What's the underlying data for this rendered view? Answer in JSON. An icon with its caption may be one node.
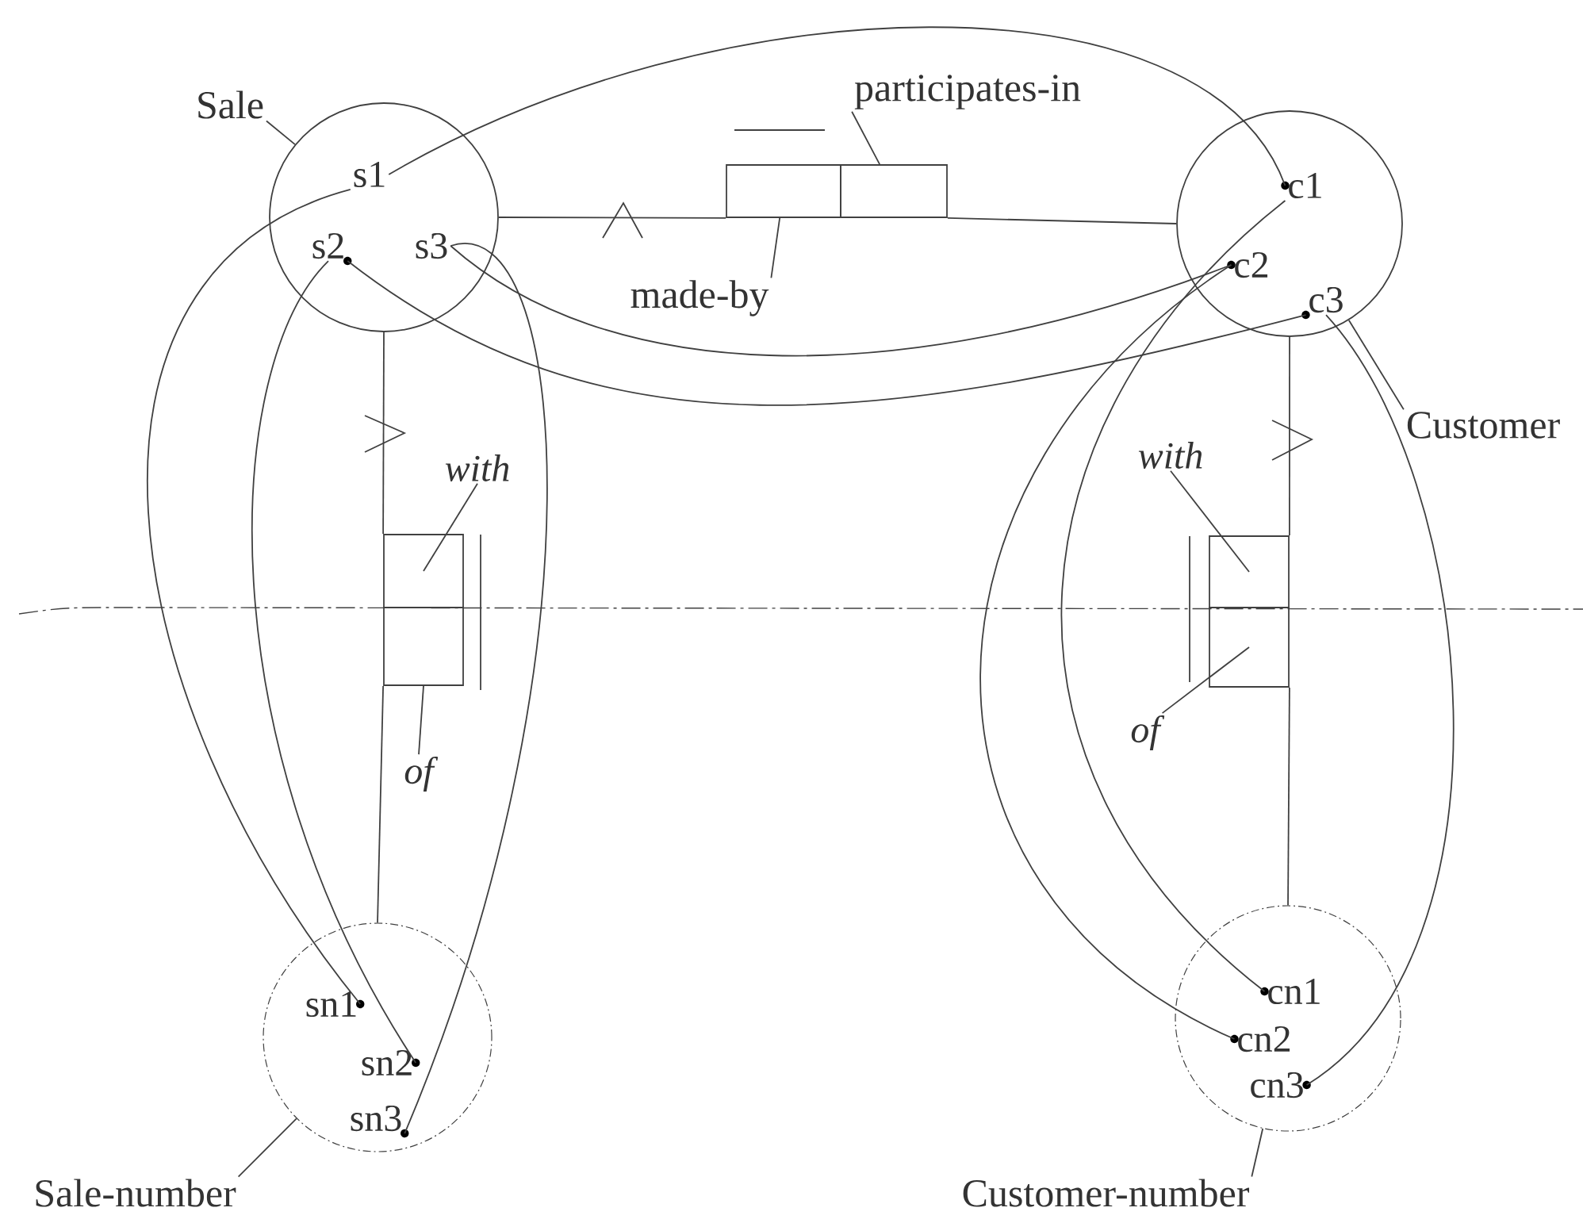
{
  "diagram": {
    "nodes": [
      {
        "text": [
          "Sale"
        ]
      },
      {
        "text": [],
        "shape": "circle"
      },
      {
        "text": [
          "s1"
        ],
        "in": 1
      },
      {
        "text": [
          "s2"
        ],
        "in": 1
      },
      {
        "text": [
          "s3"
        ],
        "in": 1
      },
      {
        "text": [
          "participates-in"
        ]
      },
      {
        "text": [],
        "shape": "box"
      },
      {
        "text": [],
        "shape": "box"
      },
      {
        "text": [
          "made-by"
        ]
      },
      {
        "text": [],
        "shape": "circle"
      },
      {
        "text": [
          "c1"
        ],
        "in": 9
      },
      {
        "text": [
          "c2"
        ],
        "in": 9
      },
      {
        "text": [
          "c3"
        ],
        "in": 9
      },
      {
        "text": [
          "Customer"
        ]
      },
      {
        "text": [
          "with"
        ]
      },
      {
        "text": [],
        "shape": "box"
      },
      {
        "text": [],
        "shape": "box"
      },
      {
        "text": [
          "of"
        ]
      },
      {
        "text": [
          "with"
        ]
      },
      {
        "text": [],
        "shape": "box"
      },
      {
        "text": [],
        "shape": "box"
      },
      {
        "text": [
          "of"
        ]
      },
      {
        "text": [],
        "shape": "circle"
      },
      {
        "text": [
          "sn1"
        ],
        "in": 22
      },
      {
        "text": [
          "sn2"
        ],
        "in": 22
      },
      {
        "text": [
          "sn3"
        ],
        "in": 22
      },
      {
        "text": [
          "Sale-number"
        ]
      },
      {
        "text": [],
        "shape": "circle"
      },
      {
        "text": [
          "cn1"
        ],
        "in": 27
      },
      {
        "text": [
          "cn2"
        ],
        "in": 27
      },
      {
        "text": [
          "cn3"
        ],
        "in": 27
      },
      {
        "text": [
          "Customer-number"
        ]
      }
    ],
    "edges": [
      {
        "from": 0,
        "to": 1,
        "arrow": "none"
      },
      {
        "from": 5,
        "to": 7,
        "arrow": "none"
      },
      {
        "from": 8,
        "to": 6,
        "arrow": "none"
      },
      {
        "from": 13,
        "to": 9,
        "arrow": "none"
      },
      {
        "from": 14,
        "to": 15,
        "arrow": "none"
      },
      {
        "from": 17,
        "to": 16,
        "arrow": "none"
      },
      {
        "from": 18,
        "to": 19,
        "arrow": "none"
      },
      {
        "from": 21,
        "to": 20,
        "arrow": "none"
      },
      {
        "from": 26,
        "to": 22,
        "arrow": "none"
      },
      {
        "from": 31,
        "to": 27,
        "arrow": "none"
      },
      {
        "from": 1,
        "to": 6,
        "arrow": "none"
      },
      {
        "from": 7,
        "to": 9,
        "arrow": "none"
      },
      {
        "from": 1,
        "to": 15,
        "arrow": "none"
      },
      {
        "from": 16,
        "to": 22,
        "arrow": "none"
      },
      {
        "from": 9,
        "to": 19,
        "arrow": "none"
      },
      {
        "from": 20,
        "to": 27,
        "arrow": "none"
      },
      {
        "from": 10,
        "to": 2,
        "arrow": "none"
      },
      {
        "from": 12,
        "to": 3,
        "arrow": "none"
      },
      {
        "from": 11,
        "to": 4,
        "arrow": "none"
      },
      {
        "from": 23,
        "to": 2,
        "arrow": "none"
      },
      {
        "from": 24,
        "to": 3,
        "arrow": "none"
      },
      {
        "from": 25,
        "to": 4,
        "arrow": "none"
      },
      {
        "from": 28,
        "to": 10,
        "arrow": "none"
      },
      {
        "from": 29,
        "to": 11,
        "arrow": "none"
      },
      {
        "from": 30,
        "to": 12,
        "arrow": "none"
      }
    ]
  }
}
